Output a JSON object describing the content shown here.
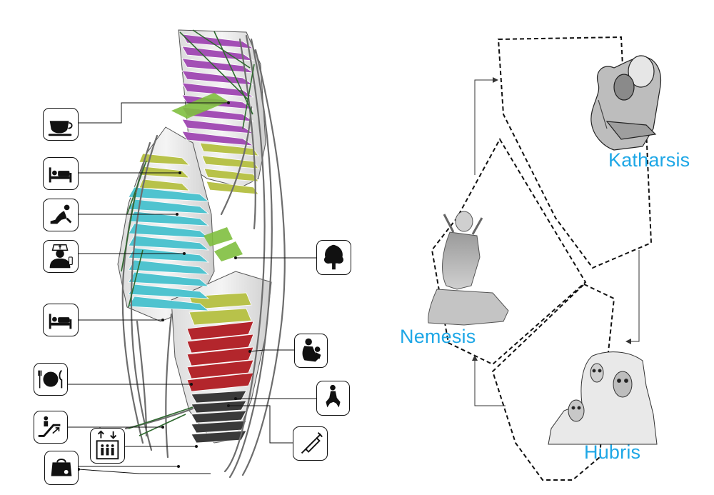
{
  "cycle": {
    "labels": {
      "katharsis": "Katharsis",
      "nemesis": "Nemesis",
      "hubris": "Hubris"
    },
    "label_color": "#1ea7e6",
    "line_color": "#111111"
  },
  "building": {
    "floor_colors": {
      "upper_tower": "#a34fb5",
      "mid_green": "#b8c24a",
      "leaf_green": "#7fbf3f",
      "cyan": "#4fc3cf",
      "red": "#b3262c",
      "dark": "#3a3a3a"
    }
  },
  "legend_icons": [
    "coffee-cup-icon",
    "bed-icon",
    "reclining-person-icon",
    "nurse-icon",
    "bed-icon-lower",
    "plate-and-cutlery-icon",
    "escalator-icon",
    "elevator-icon",
    "handbag-icon",
    "tree-icon",
    "mother-and-child-icon",
    "crouching-woman-icon",
    "syringe-icon"
  ]
}
